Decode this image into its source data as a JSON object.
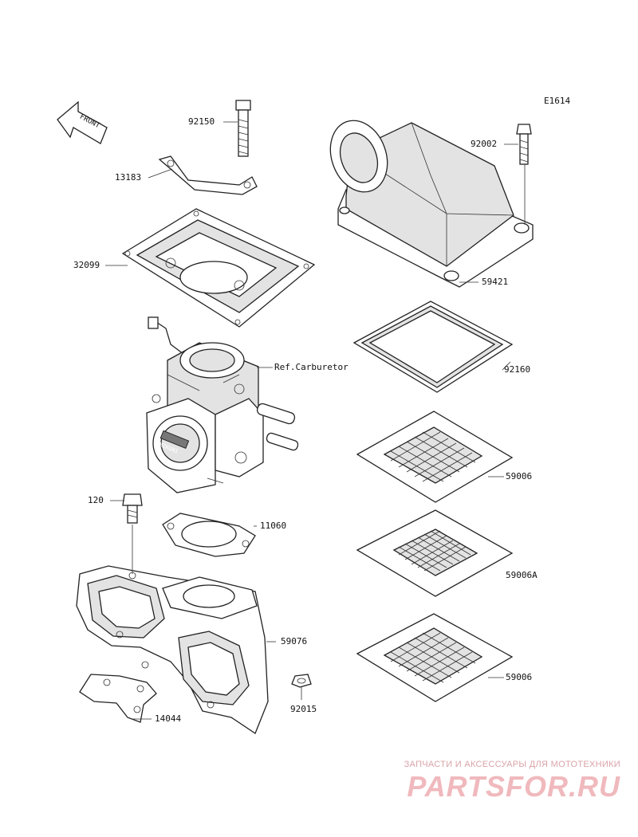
{
  "diagram": {
    "ref_code": "E1614",
    "front_tag": "FRONT",
    "parts": {
      "p92150": "92150",
      "p13183": "13183",
      "p32099": "32099",
      "ref_carb": "Ref.Carburetor",
      "p120": "120",
      "p11060": "11060",
      "p59076": "59076",
      "p92015": "92015",
      "p14044": "14044",
      "p92002": "92002",
      "p59421": "59421",
      "p92160": "92160",
      "p59006_a": "59006",
      "p59006A": "59006A",
      "p59006_b": "59006"
    },
    "carb_brand": "MIKUNI"
  },
  "watermark": {
    "line1": "ЗАПЧАСТИ И АКСЕССУАРЫ ДЛЯ МОТОТЕХНИКИ",
    "line2": "PARTSFOR.RU"
  },
  "colors": {
    "line": "#222222",
    "watermark": "#f0b9bd"
  }
}
